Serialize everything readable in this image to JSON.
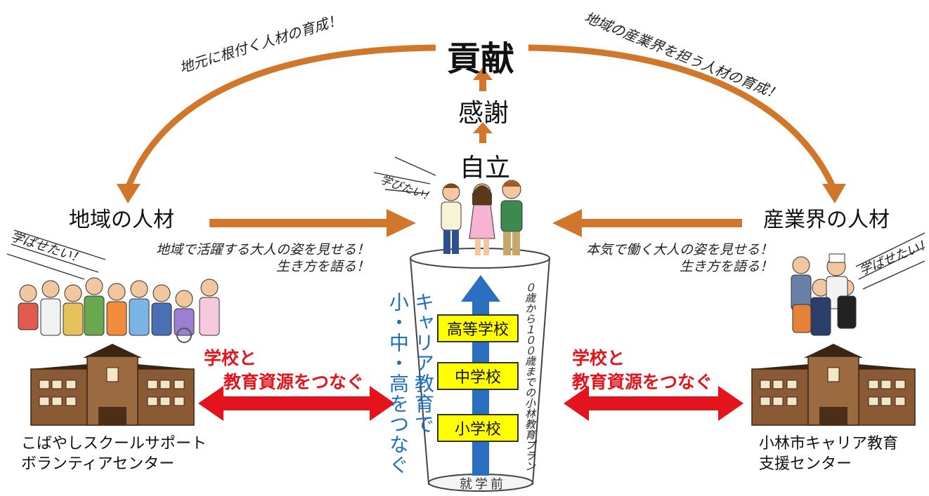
{
  "top": {
    "contribution": "貢献",
    "gratitude": "感謝",
    "independence": "自立"
  },
  "arcs": {
    "left_caption": "地元に根付く人材の育成！",
    "right_caption": "地域の産業界を担う人材の育成！"
  },
  "left": {
    "title": "地域の人材",
    "speech": "学ばせたい！",
    "caption_line1": "地域で活躍する大人の姿を見せる！",
    "caption_line2": "生き方を語る！",
    "connect_line1": "学校と",
    "connect_line2": "教育資源をつなぐ",
    "org_line1": "こばやしスクールサポート",
    "org_line2": "ボランティアセンター"
  },
  "right": {
    "title": "産業界の人材",
    "speech": "学ばせたい！",
    "caption_line1": "本気で働く大人の姿を見せる！",
    "caption_line2": "生き方を語る！",
    "connect_line1": "学校と",
    "connect_line2": "教育資源をつなぐ",
    "org_line1": "小林市キャリア教育",
    "org_line2": "支援センター"
  },
  "center": {
    "speech": "学びたい！",
    "schools": [
      "高等学校",
      "中学校",
      "小学校"
    ],
    "preschool": "就学前",
    "career_col1": "キャリア教育で",
    "career_col2": "小・中・高をつなぐ",
    "plan_text": "０歳から１００歳までの小林教育プラン"
  },
  "colors": {
    "arc": "#d0772c",
    "blue_arrow": "#2a6fc0",
    "red_arrow": "#e3141b",
    "school_fill": "#ffff00",
    "career_text": "#1f6fc0"
  }
}
